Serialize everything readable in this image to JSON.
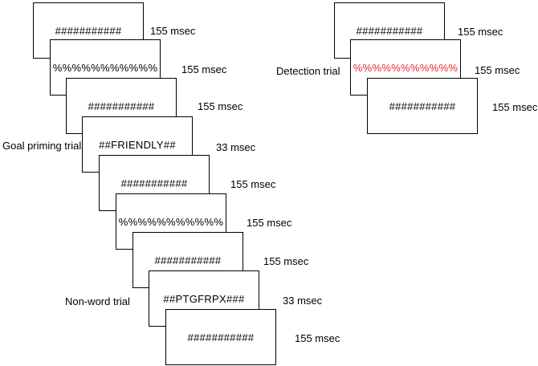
{
  "labels": {
    "goal_priming": "Goal priming trial",
    "non_word": "Non-word trial",
    "detection": "Detection trial"
  },
  "colors": {
    "detection_target": "#e8262a",
    "frame_border": "#000000",
    "text": "#000000"
  },
  "left_sequence": [
    {
      "content": "###########",
      "duration": "155 msec"
    },
    {
      "content": "%%%%%%%%%%%",
      "duration": "155 msec"
    },
    {
      "content": "###########",
      "duration": "155 msec"
    },
    {
      "content": "##FRIENDLY##",
      "duration": "33 msec"
    },
    {
      "content": "###########",
      "duration": "155 msec"
    },
    {
      "content": "%%%%%%%%%%%",
      "duration": "155 msec"
    },
    {
      "content": "###########",
      "duration": "155 msec"
    },
    {
      "content": "##PTGFRPX###",
      "duration": "33 msec"
    },
    {
      "content": "###########",
      "duration": "155 msec"
    }
  ],
  "right_sequence": [
    {
      "content": "###########",
      "duration": "155 msec"
    },
    {
      "content": "%%%%%%%%%%%",
      "duration": "155 msec"
    },
    {
      "content": "###########",
      "duration": "155 msec"
    }
  ]
}
